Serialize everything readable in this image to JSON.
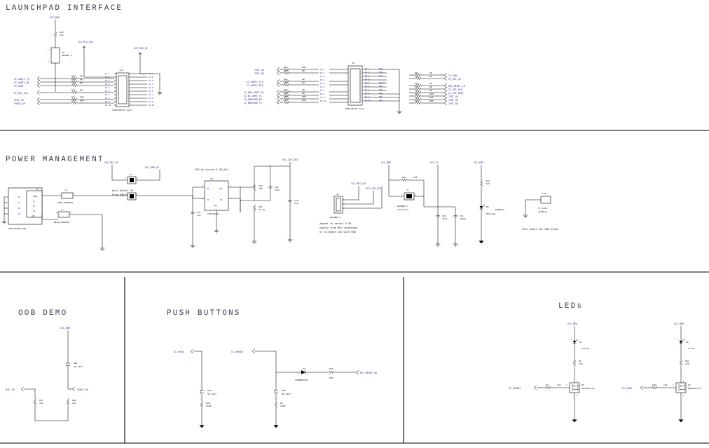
{
  "sheet": {
    "sections": [
      {
        "id": "launchpad",
        "title": "LAUNCHPAD INTERFACE"
      },
      {
        "id": "power",
        "title": "POWER MANAGEMENT"
      },
      {
        "id": "oob",
        "title": "OOB DEMO"
      },
      {
        "id": "push",
        "title": "PUSH BUTTONS"
      },
      {
        "id": "leds",
        "title": "LEDs"
      }
    ]
  },
  "launchpad": {
    "power_nets": [
      "VCC_BRD",
      "VCC_MCU_3V3",
      "VCC_MCU_3V"
    ],
    "pullup": {
      "ref": "R36",
      "value": "10k"
    },
    "header": {
      "ref": "J8",
      "part": "HEADER_2"
    },
    "connector_left": {
      "ref": "J10",
      "part": "CONN_RECPT_10x2"
    },
    "connector_right": {
      "ref": "J9",
      "part": "CONN_RECPT_10x2"
    },
    "left_nets": [
      "CC_UART1_TX",
      "CC_UART1_RX",
      "CC_nRST",
      "CC_SPI_CLK",
      "TEST_SO",
      "FORCE_AP"
    ],
    "left_resistors": [
      {
        "ref": "R30",
        "value": "0R"
      },
      {
        "ref": "R31",
        "value": "0R"
      },
      {
        "ref": "R32",
        "value": "0R"
      },
      {
        "ref": "R33",
        "value": "0R"
      },
      {
        "ref": "R37",
        "value": "DNP"
      },
      {
        "ref": "R35",
        "value": "DNP"
      }
    ],
    "left_conn_pins": [
      "P1.1",
      "P1.2",
      "P1.3",
      "P1.4",
      "P1.5",
      "P1.6",
      "P1.7",
      "P1.8",
      "P1.9",
      "P1.10"
    ],
    "right_conn_pins": [
      "P2.1",
      "P2.2",
      "P2.3",
      "P2.4",
      "P2.5",
      "P2.6",
      "P2.7",
      "P2.8",
      "P2.9",
      "P2.10"
    ],
    "mid_nets": [
      "TEST_SA",
      "TEST_SO",
      "CC_UART1_CTS",
      "CC_UART1_RTS",
      "CC_NWP_UART_TX",
      "CC_WL_UART_TX",
      "CC_NWP2GSD_RX",
      "CC_NWP2GSD_TX"
    ],
    "mid_resistors": [
      {
        "ref": "R24",
        "value": "DNP"
      },
      {
        "ref": "R25",
        "value": "0R"
      },
      {
        "ref": "R26",
        "value": "0R"
      },
      {
        "ref": "R27",
        "value": "0R"
      },
      {
        "ref": "R28",
        "value": "0R"
      },
      {
        "ref": "R29",
        "value": "0R"
      },
      {
        "ref": "R20",
        "value": "DNP"
      },
      {
        "ref": "R21",
        "value": "DNP"
      }
    ],
    "j9_left_pins": [
      "P3.1",
      "P3.2",
      "P3.3",
      "P3.4",
      "P3.5",
      "P3.6",
      "P3.7",
      "P3.8",
      "P3.9",
      "P3.10"
    ],
    "j9_pin_names": [
      "GND",
      "5V0",
      "3V3",
      "",
      "RESET",
      "RXD",
      "TXD",
      "GND",
      "GND",
      "GND"
    ],
    "right_resistors": [
      {
        "ref": "R11",
        "value": "0R"
      },
      {
        "ref": "R12",
        "value": "0R"
      },
      {
        "ref": "R13",
        "value": "0R"
      },
      {
        "ref": "R14",
        "value": "0R"
      },
      {
        "ref": "R15",
        "value": "0R"
      },
      {
        "ref": "R16",
        "value": "DNP"
      },
      {
        "ref": "R17",
        "value": "DNP"
      },
      {
        "ref": "R18",
        "value": "DNP"
      }
    ],
    "right_nets": [
      "CC_IRQ",
      "CC_SPI_CS",
      "MCU_RESET_IN",
      "CC_SPI_DIN",
      "CC_SPI_DOUT",
      "TEST_SO",
      "TEST_SA",
      "TEST_SB"
    ]
  },
  "power": {
    "usb": {
      "ref": "J7",
      "part": "CONN_MICRO_USB",
      "pins": [
        "VBUS",
        "D-",
        "D+",
        "ID",
        "GND"
      ],
      "shield_pins": [
        "G1",
        "G2",
        "G3",
        "G4"
      ]
    },
    "beads": [
      {
        "ref": "L8",
        "part": "BEAD_FERRITE"
      },
      {
        "ref": "L7",
        "part": "BEAD_FERRITE"
      }
    ],
    "jumpers": [
      {
        "ref": "J3",
        "note_line1": "Auto Select 3V",
        "note_line2": "From USB or LP"
      },
      {
        "ref": "J4",
        "note_line1": "",
        "note_line2": ""
      }
    ],
    "nets": [
      "VCC_MCU_3V",
      "VCC_BRD_3V",
      "VCC_LDO_3V3",
      "VCC_MCU_3V3",
      "VCC_BRD",
      "VCC_CC"
    ],
    "ldo": {
      "ref": "U4",
      "part": "TPS7A8001",
      "note": "LDO to source 3.3V(1A)",
      "pins": [
        "EN",
        "OUT",
        "IN",
        "FB",
        "PAD"
      ]
    },
    "passives": [
      {
        "ref": "C21",
        "value": "1uF"
      },
      {
        "ref": "R40",
        "value": "33K"
      },
      {
        "ref": "C20",
        "value": "10pF"
      },
      {
        "ref": "R41",
        "value": "20.1K"
      },
      {
        "ref": "C19",
        "value": "1uF"
      },
      {
        "ref": "C30",
        "value": "10uF"
      },
      {
        "ref": "C31",
        "value": "100nF"
      },
      {
        "ref": "R42",
        "value": "DNP"
      },
      {
        "ref": "R48",
        "value": "220"
      }
    ],
    "header3": {
      "ref": "J2",
      "part": "HEADER_3",
      "note_line1": "Jumper to select 3.3V",
      "note_line2": "supply from MCU Launchpad",
      "note_line3": "or on-board LDO with USB"
    },
    "voltmeter": {
      "ref": "J1",
      "part": "HEADER_2",
      "label": "Voltmeter"
    },
    "led": {
      "ref": "D5",
      "part": "PGB1013",
      "value": "RED LED"
    },
    "testpoint": {
      "ref": "TP1",
      "part": "TP_1206",
      "value": "1206Sx4",
      "note": "Test point for GND probe"
    }
  },
  "oob": {
    "net_top": "VCC_BRD",
    "switch": {
      "ref": "SW1",
      "part": "SW TACT"
    },
    "net_out": "FORCE_AP",
    "net_left": "TEST_SO",
    "resistors": [
      {
        "ref": "R37",
        "value": "10k"
      },
      {
        "ref": "R46",
        "value": "10k"
      }
    ]
  },
  "push": {
    "buttons": [
      {
        "net": "CC_nHIB",
        "switch_ref": "SW2",
        "switch_part": "SW TACT",
        "res_ref": "R45",
        "res_value": "100R"
      },
      {
        "net": "CC_nRESET",
        "switch_ref": "SW3",
        "switch_part": "SW TACT",
        "res_ref": "R2",
        "res_value": "100R"
      }
    ],
    "diode": {
      "ref": "D2",
      "part": "CDBQR0520A"
    },
    "series_res": {
      "ref": "R44",
      "value": "DNP"
    },
    "out_net": "MCU_RESET_IN"
  },
  "leds": {
    "items": [
      {
        "net_top": "VCC_BRD",
        "led_ref": "D1",
        "led_color": "Yellow",
        "res_ref": "R1",
        "res_value": "270",
        "fet_ref": "Q1",
        "fet_part": "BSS138LT1G",
        "gate_net": "CC_nRESET",
        "gate_res_ref": "R3",
        "gate_res_value": "10k"
      },
      {
        "net_top": "VCC_BRD",
        "led_ref": "D6",
        "led_color": "Green",
        "res_ref": "R47",
        "res_value": "470",
        "fet_ref": "Q2",
        "fet_part": "BSS138LT1G",
        "gate_net": "CC_nHIB",
        "gate_res_ref": "R38",
        "gate_res_value": "10k"
      }
    ]
  },
  "colors": {
    "wire": "#000000",
    "net_label": "#2b2b8a",
    "title": "#3a3a4a",
    "background": "#ffffff"
  }
}
